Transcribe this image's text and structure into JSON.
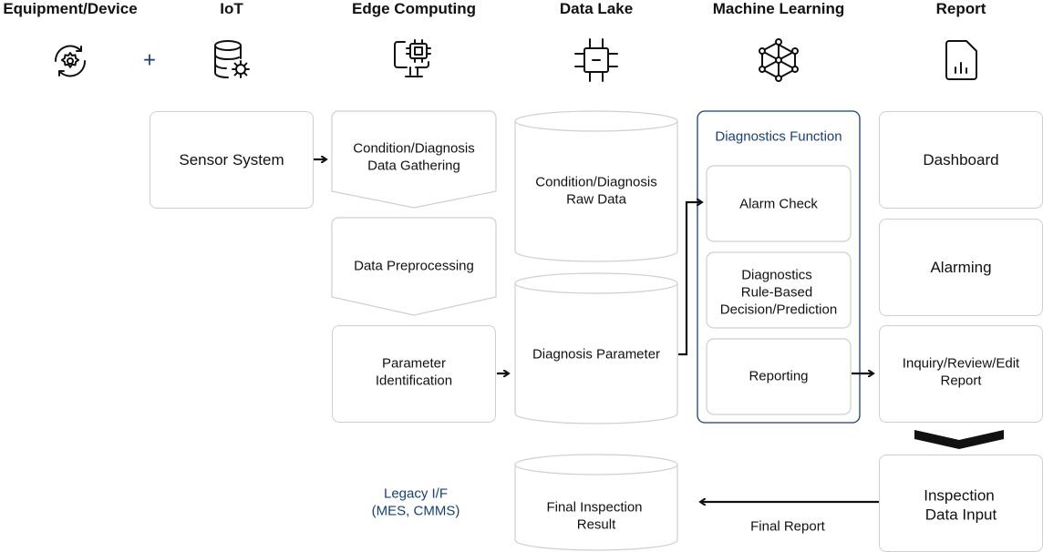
{
  "headers": {
    "equipment": "Equipment/Device",
    "iot": "IoT",
    "edge": "Edge Computing",
    "datalake": "Data Lake",
    "ml": "Machine Learning",
    "report": "Report"
  },
  "plus": "+",
  "iot_column": {
    "sensor_system": "Sensor System"
  },
  "edge_column": {
    "gathering_line1": "Condition/Diagnosis",
    "gathering_line2": "Data Gathering",
    "preprocessing": "Data Preprocessing",
    "parameter_line1": "Parameter",
    "parameter_line2": "Identification"
  },
  "datalake_column": {
    "raw_line1": "Condition/Diagnosis",
    "raw_line2": "Raw Data",
    "diag_param": "Diagnosis Parameter",
    "final_line1": "Final Inspection",
    "final_line2": "Result"
  },
  "ml_column": {
    "title": "Diagnostics Function",
    "alarm_check": "Alarm Check",
    "rule_line1": "Diagnostics",
    "rule_line2": "Rule-Based",
    "rule_line3": "Decision/Prediction",
    "reporting": "Reporting"
  },
  "report_column": {
    "dashboard": "Dashboard",
    "alarming": "Alarming",
    "inquiry_line1": "Inquiry/Review/Edit",
    "inquiry_line2": "Report",
    "inspection_line1": "Inspection",
    "inspection_line2": "Data Input"
  },
  "legacy": {
    "line1": "Legacy I/F",
    "line2": "(MES, CMMS)"
  },
  "final_report": "Final Report",
  "icons": [
    "gear-cycle-icon",
    "database-gear-icon",
    "monitor-chip-icon",
    "chip-icon",
    "network-icon",
    "report-chart-icon"
  ],
  "colors": {
    "accent": "#173f7a",
    "border": "#cfcfcf"
  }
}
